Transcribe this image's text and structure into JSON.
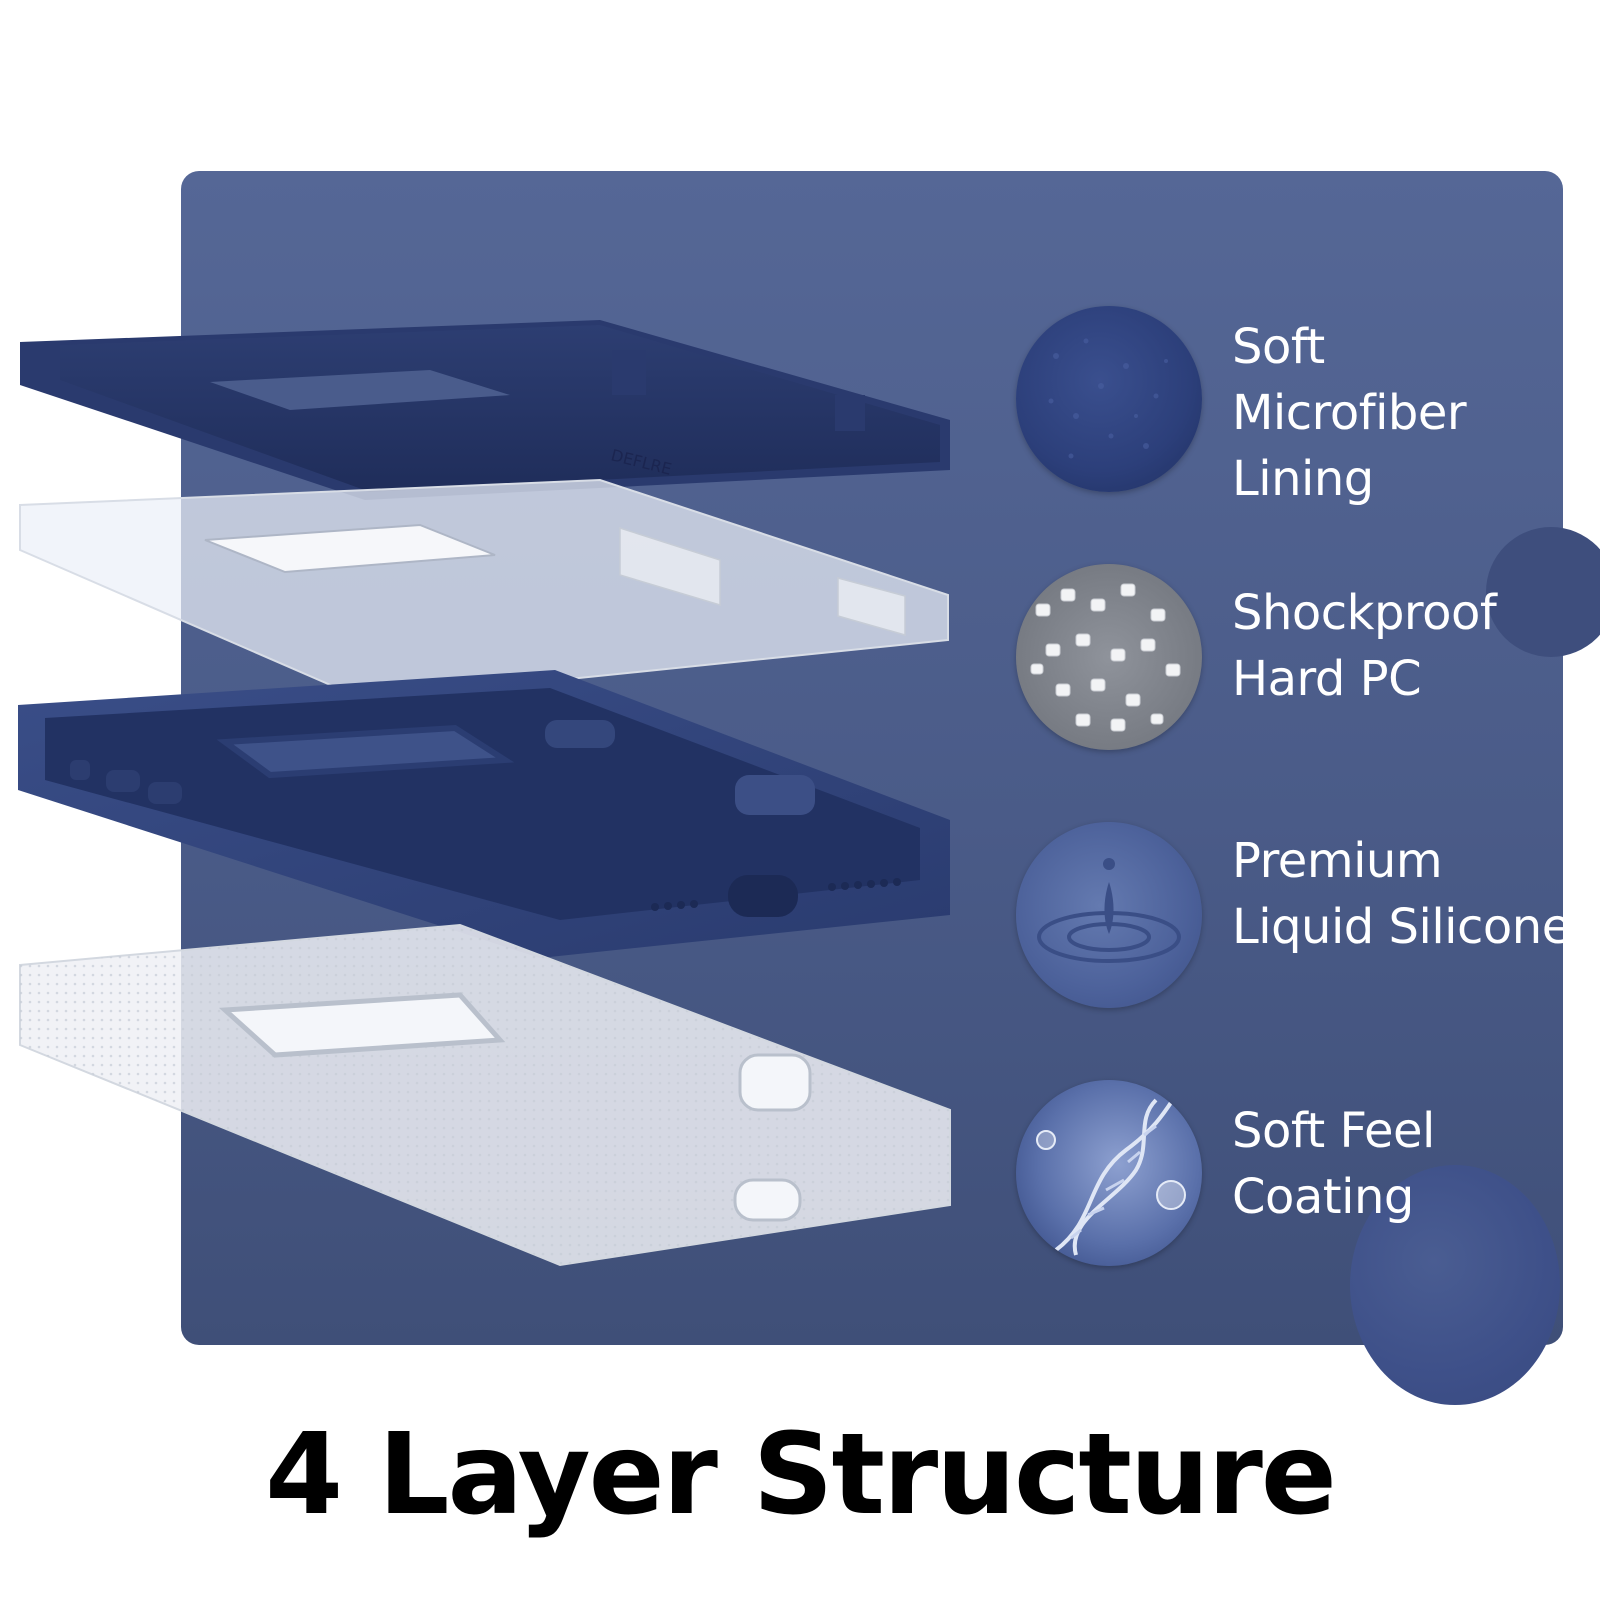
{
  "title": "4 Layer Structure",
  "colors": {
    "panel": "#4f6190",
    "navy_case": "#34477c",
    "text_on_panel": "#ffffff",
    "title": "#000000"
  },
  "features": [
    {
      "line1": "Soft",
      "line2": "Microfiber",
      "line3": "Lining",
      "swatch_icon": "microfiber-texture-icon"
    },
    {
      "line1": "Shockproof",
      "line2": "Hard PC",
      "line3": "",
      "swatch_icon": "pc-granules-icon"
    },
    {
      "line1": "Premium",
      "line2": "Liquid Silicone",
      "line3": "",
      "swatch_icon": "liquid-drop-icon"
    },
    {
      "line1": "Soft Feel",
      "line2": "Coating",
      "line3": "",
      "swatch_icon": "dna-helix-icon"
    }
  ]
}
